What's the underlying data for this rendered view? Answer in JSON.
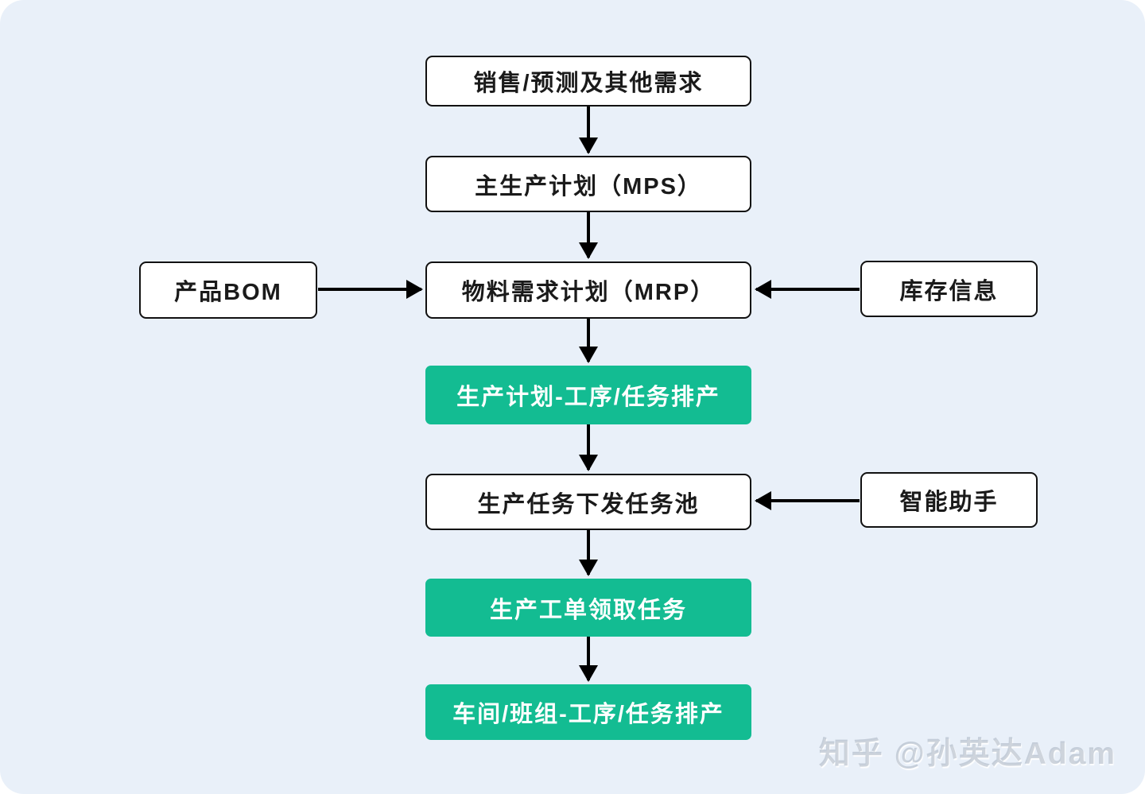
{
  "diagram": {
    "nodes": {
      "sales": {
        "label": "销售/预测及其他需求",
        "type": "plain"
      },
      "mps": {
        "label": "主生产计划（MPS）",
        "type": "plain"
      },
      "bom": {
        "label": "产品BOM",
        "type": "plain"
      },
      "mrp": {
        "label": "物料需求计划（MRP）",
        "type": "plain"
      },
      "inventory": {
        "label": "库存信息",
        "type": "plain"
      },
      "plan_scheduling": {
        "label": "生产计划-工序/任务排产",
        "type": "green"
      },
      "task_pool": {
        "label": "生产任务下发任务池",
        "type": "plain"
      },
      "assistant": {
        "label": "智能助手",
        "type": "plain"
      },
      "work_order": {
        "label": "生产工单领取任务",
        "type": "green"
      },
      "workshop_scheduling": {
        "label": "车间/班组-工序/任务排产",
        "type": "green"
      }
    },
    "edges": [
      {
        "from": "sales",
        "to": "mrp_chain_mps",
        "desc": "销售/预测及其他需求 → 主生产计划（MPS）"
      },
      {
        "from": "mps",
        "to": "mrp",
        "desc": "主生产计划（MPS） → 物料需求计划（MRP）"
      },
      {
        "from": "bom",
        "to": "mrp",
        "desc": "产品BOM → 物料需求计划（MRP）"
      },
      {
        "from": "inventory",
        "to": "mrp",
        "desc": "库存信息 → 物料需求计划（MRP）"
      },
      {
        "from": "mrp",
        "to": "plan_scheduling",
        "desc": "物料需求计划（MRP） → 生产计划-工序/任务排产"
      },
      {
        "from": "plan_scheduling",
        "to": "task_pool",
        "desc": "生产计划-工序/任务排产 → 生产任务下发任务池"
      },
      {
        "from": "assistant",
        "to": "task_pool",
        "desc": "智能助手 → 生产任务下发任务池"
      },
      {
        "from": "task_pool",
        "to": "work_order",
        "desc": "生产任务下发任务池 → 生产工单领取任务"
      },
      {
        "from": "work_order",
        "to": "workshop_scheduling",
        "desc": "生产工单领取任务 → 车间/班组-工序/任务排产"
      }
    ],
    "colors": {
      "background": "#E9F0F9",
      "accent_green": "#13BC92",
      "box_border": "#111111",
      "arrow": "#000000"
    },
    "watermark": "知乎 @孙英达Adam"
  }
}
